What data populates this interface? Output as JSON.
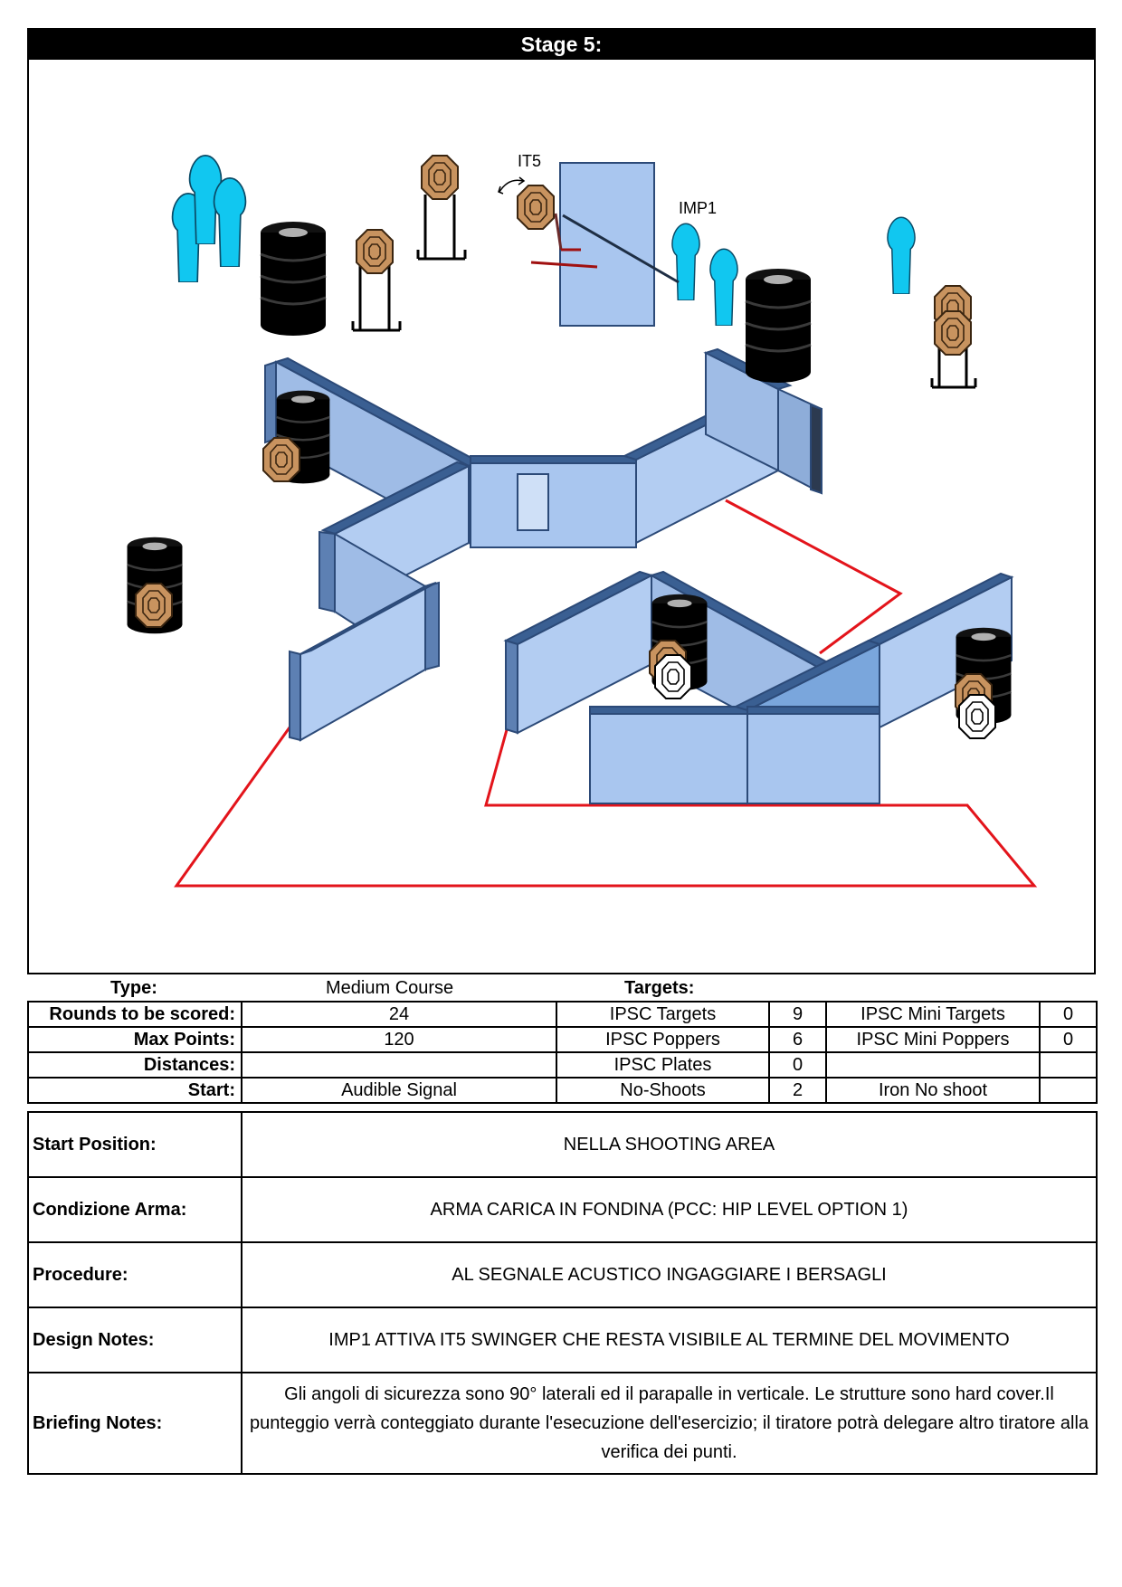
{
  "stage": {
    "title": "Stage 5:"
  },
  "diagram": {
    "labels": {
      "it5": "IT5",
      "imp1": "IMP1"
    },
    "colors": {
      "popper": "#11c7f0",
      "target": "#c8935f",
      "wall": "#a9c6ef",
      "wall_edge": "#2c4a78",
      "barrel": "#000000",
      "fault_line": "#e3141b"
    }
  },
  "info": {
    "type_label": "Type:",
    "type_value": "Medium Course",
    "targets_label": "Targets:",
    "rows": [
      {
        "key": "Rounds to be scored:",
        "value": "24",
        "t1": "IPSC Targets",
        "n1": "9",
        "t2": "IPSC Mini Targets",
        "n2": "0"
      },
      {
        "key": "Max Points:",
        "value": "120",
        "t1": "IPSC Poppers",
        "n1": "6",
        "t2": "IPSC Mini Poppers",
        "n2": "0"
      },
      {
        "key": "Distances:",
        "value": "",
        "t1": "IPSC Plates",
        "n1": "0",
        "t2": "",
        "n2": ""
      },
      {
        "key": "Start:",
        "value": "Audible Signal",
        "t1": "No-Shoots",
        "n1": "2",
        "t2": "Iron No shoot",
        "n2": ""
      }
    ]
  },
  "notes": {
    "start_position": {
      "label": "Start Position:",
      "value": "NELLA SHOOTING AREA"
    },
    "condizione_arma": {
      "label": "Condizione Arma:",
      "value": "ARMA CARICA IN FONDINA (PCC: HIP LEVEL OPTION 1)"
    },
    "procedure": {
      "label": "Procedure:",
      "value": "AL SEGNALE ACUSTICO INGAGGIARE I BERSAGLI"
    },
    "design_notes": {
      "label": "Design Notes:",
      "value": "IMP1 ATTIVA IT5 SWINGER CHE  RESTA VISIBILE AL TERMINE DEL MOVIMENTO"
    },
    "briefing_notes": {
      "label": "Briefing Notes:",
      "value": "Gli angoli di sicurezza sono 90° laterali ed il parapalle in verticale. Le strutture sono hard cover.Il punteggio verrà conteggiato durante l'esecuzione dell'esercizio; il tiratore potrà delegare altro tiratore alla verifica  dei punti."
    }
  }
}
